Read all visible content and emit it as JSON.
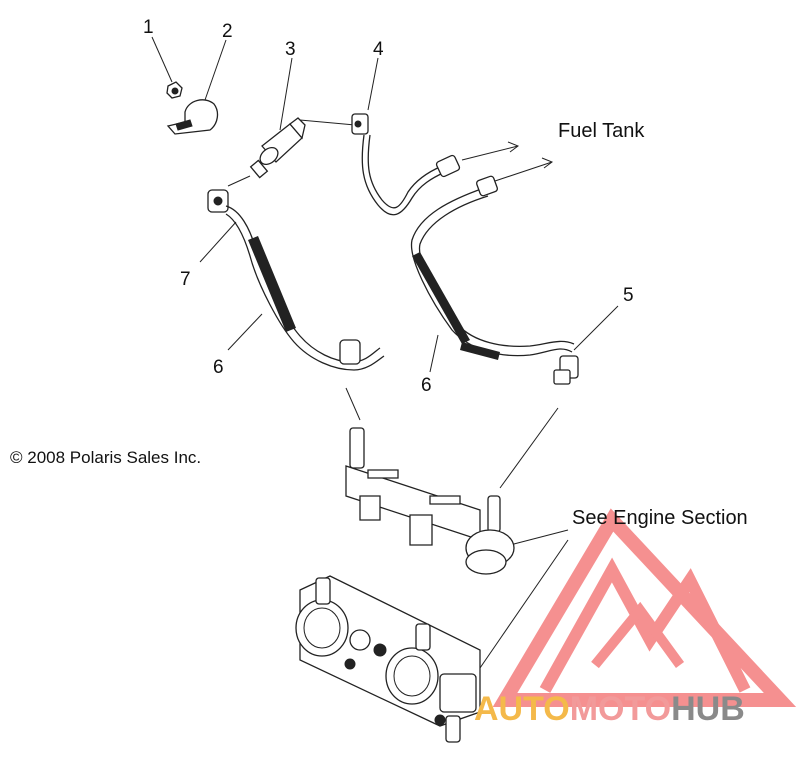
{
  "callouts": [
    {
      "id": "1",
      "label": "1"
    },
    {
      "id": "2",
      "label": "2"
    },
    {
      "id": "3",
      "label": "3"
    },
    {
      "id": "4",
      "label": "4"
    },
    {
      "id": "5",
      "label": "5"
    },
    {
      "id": "6a",
      "label": "6"
    },
    {
      "id": "6b",
      "label": "6"
    },
    {
      "id": "7",
      "label": "7"
    }
  ],
  "notes": {
    "fuel_tank": "Fuel Tank",
    "engine_section": "See Engine Section"
  },
  "copyright": "© 2008 Polaris Sales Inc.",
  "watermark": {
    "part1": "AUTO",
    "part2": "MOTO",
    "part3": "HUB",
    "color1": "#f4b94a",
    "color2": "#f29a9a",
    "color3": "#8a8a8a",
    "logo_color": "#f26b6b"
  }
}
